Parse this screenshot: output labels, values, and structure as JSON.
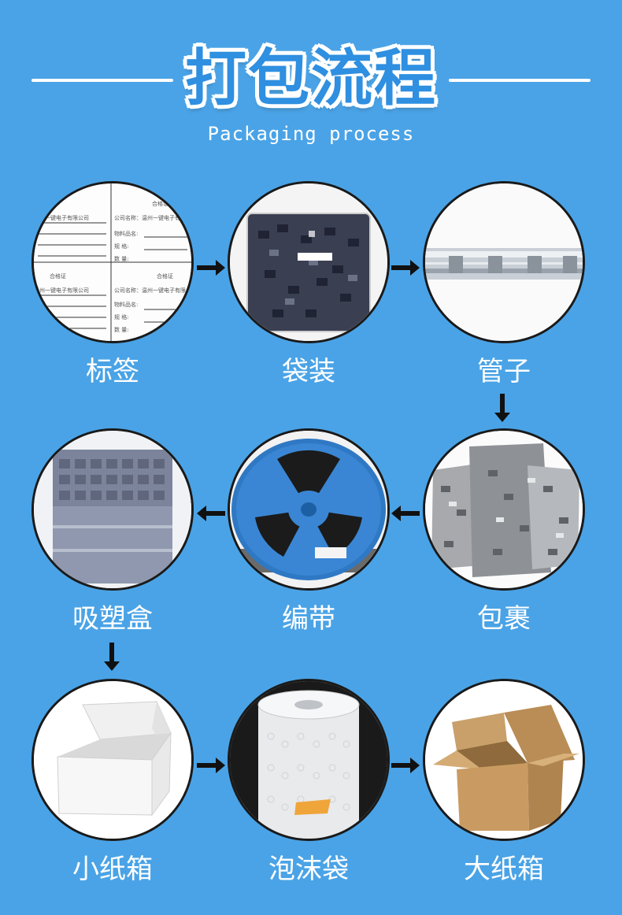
{
  "title": "打包流程",
  "subtitle": "Packaging process",
  "colors": {
    "background": "#4aa3e6",
    "title": "#2f8fe0",
    "arrow": "#111111"
  },
  "label_card": {
    "cell_title": "合格证",
    "company_line": "公司名称：温州一键电子有限公司",
    "company_fragment": "温州一键电子有限公司",
    "fields": [
      "公司名称:",
      "物料品名:",
      "规    格:",
      "数    量:"
    ]
  },
  "steps": [
    {
      "name": "标签",
      "icon": "label-card-icon"
    },
    {
      "name": "袋装",
      "icon": "bagged-components-icon"
    },
    {
      "name": "管子",
      "icon": "tube-icon"
    },
    {
      "name": "包裹",
      "icon": "wrapped-packages-icon"
    },
    {
      "name": "编带",
      "icon": "tape-reel-icon"
    },
    {
      "name": "吸塑盒",
      "icon": "blister-tray-icon"
    },
    {
      "name": "小纸箱",
      "icon": "small-carton-icon"
    },
    {
      "name": "泡沫袋",
      "icon": "bubble-wrap-roll-icon"
    },
    {
      "name": "大纸箱",
      "icon": "large-carton-icon"
    }
  ]
}
